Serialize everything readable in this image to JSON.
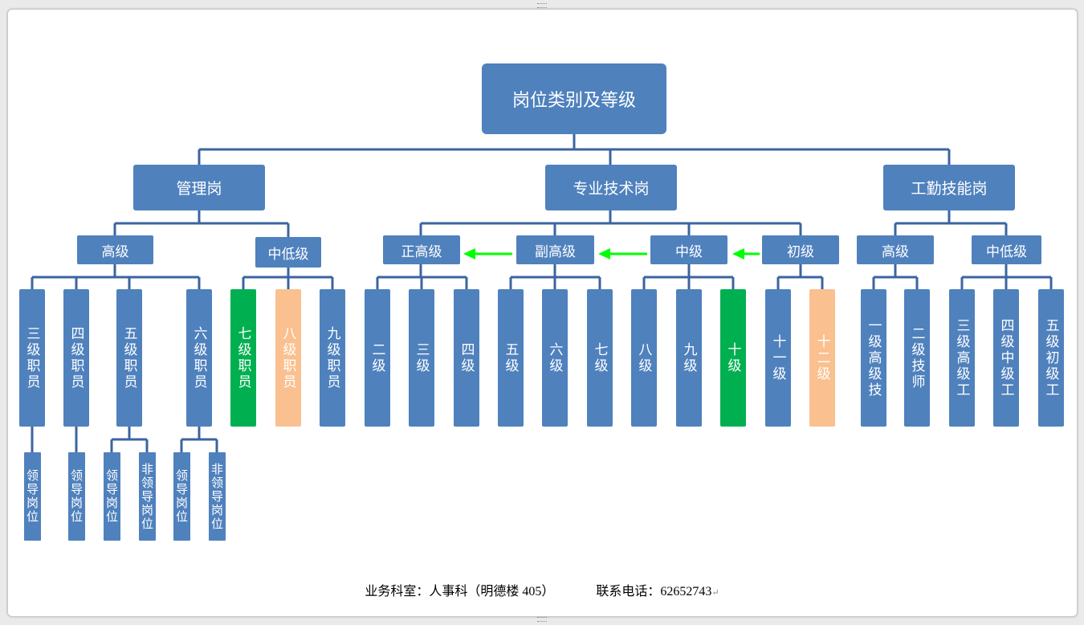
{
  "root": "岗位类别及等级",
  "categories": {
    "management": "管理岗",
    "professional": "专业技术岗",
    "worker": "工勤技能岗"
  },
  "levels": {
    "mgmt_senior": "高级",
    "mgmt_midlow": "中低级",
    "pro_full_senior": "正高级",
    "pro_deputy_senior": "副高级",
    "pro_middle": "中级",
    "pro_junior": "初级",
    "work_senior": "高级",
    "work_midlow": "中低级"
  },
  "grades": {
    "m3": "三级职员",
    "m4": "四级职员",
    "m5": "五级职员",
    "m6": "六级职员",
    "m7": "七级职员",
    "m8": "八级职员",
    "m9": "九级职员",
    "p2": "二级",
    "p3": "三级",
    "p4": "四级",
    "p5": "五级",
    "p6": "六级",
    "p7": "七级",
    "p8": "八级",
    "p9": "九级",
    "p10": "十级",
    "p11": "十一级",
    "p12": "十二级",
    "w1": "一级高级技",
    "w2": "二级技师",
    "w3": "三级高级工",
    "w4": "四级中级工",
    "w5": "五级初级工"
  },
  "subs": {
    "s3": "领导岗位",
    "s4": "领导岗位",
    "s5a": "领导岗位",
    "s5b": "非领导岗位",
    "s6a": "领导岗位",
    "s6b": "非领导岗位"
  },
  "footer": {
    "office": "业务科室：人事科（明德楼 405）",
    "phone": "联系电话：62652743"
  },
  "colors": {
    "box": "#4f81bd",
    "highlight_green": "#00b050",
    "highlight_orange": "#fac090",
    "connector": "#3b64a0",
    "arrow": "#00ff00"
  }
}
